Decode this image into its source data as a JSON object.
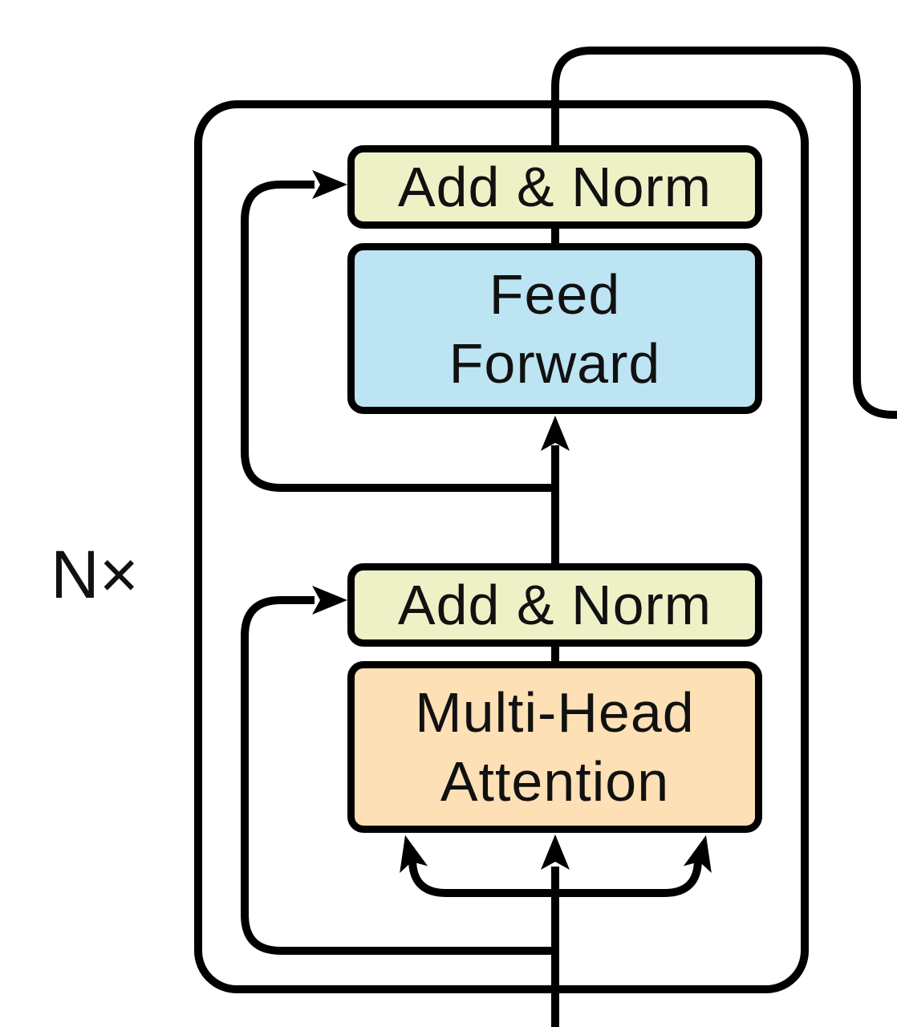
{
  "diagram": {
    "repeat_label": "N×",
    "boxes": {
      "add_norm_top": {
        "label": "Add & Norm",
        "fill": "#eef1c6"
      },
      "feed_forward": {
        "line1": "Feed",
        "line2": "Forward",
        "fill": "#bde4f2"
      },
      "add_norm_mid": {
        "label": "Add & Norm",
        "fill": "#eef1c6"
      },
      "multi_head_attention": {
        "line1": "Multi-Head",
        "line2": "Attention",
        "fill": "#fde0b5"
      }
    },
    "colors": {
      "background": "#ffffff",
      "container_fill": "#f3f3f3",
      "line": "#000000",
      "box_border": "#000000"
    }
  }
}
